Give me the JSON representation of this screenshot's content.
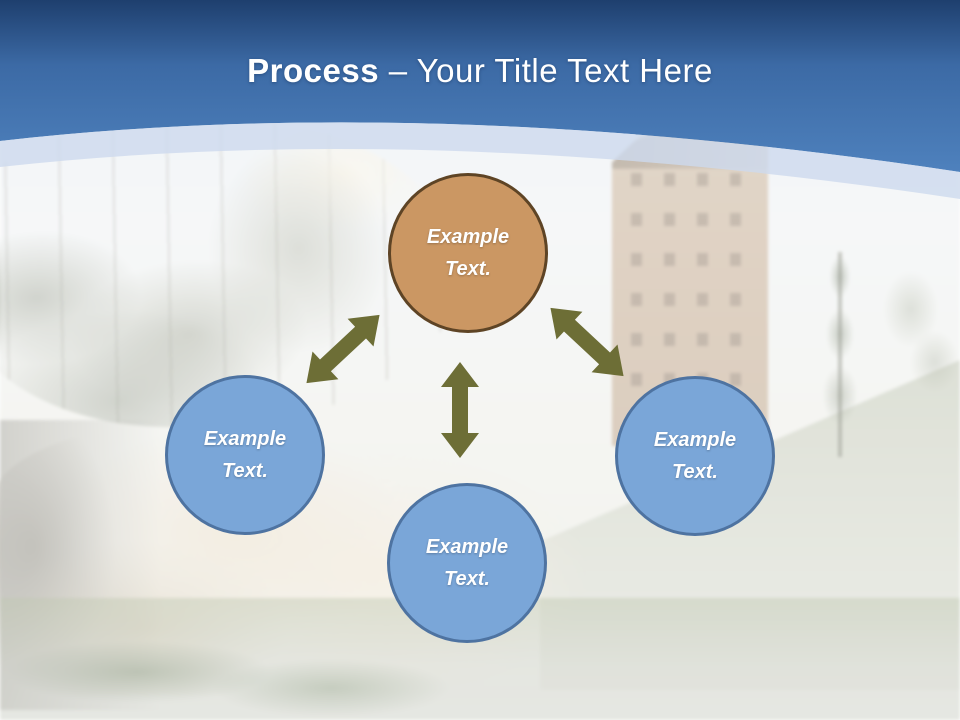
{
  "slide": {
    "title": {
      "emphasis": "Process",
      "rest": "– Your Title Text Here"
    }
  },
  "diagram": {
    "nodes": [
      {
        "id": "top",
        "label": "Example\nText.",
        "fill": "#cb9763",
        "border": "#5e4425",
        "text_color": "#ffffff"
      },
      {
        "id": "left",
        "label": "Example\nText.",
        "fill": "#7aa6d8",
        "border": "#4e73a1",
        "text_color": "#ffffff"
      },
      {
        "id": "bottom",
        "label": "Example\nText.",
        "fill": "#7aa6d8",
        "border": "#4e73a1",
        "text_color": "#ffffff"
      },
      {
        "id": "right",
        "label": "Example\nText.",
        "fill": "#7aa6d8",
        "border": "#4e73a1",
        "text_color": "#ffffff"
      }
    ],
    "connector_color": "#6d6e36",
    "connector_style": "double-headed-arrow"
  },
  "colors": {
    "header_gradient_top": "#1e3f6e",
    "header_gradient_bottom": "#4e81bd",
    "header_arc_strip": "#cddaee",
    "title_text": "#ffffff"
  }
}
